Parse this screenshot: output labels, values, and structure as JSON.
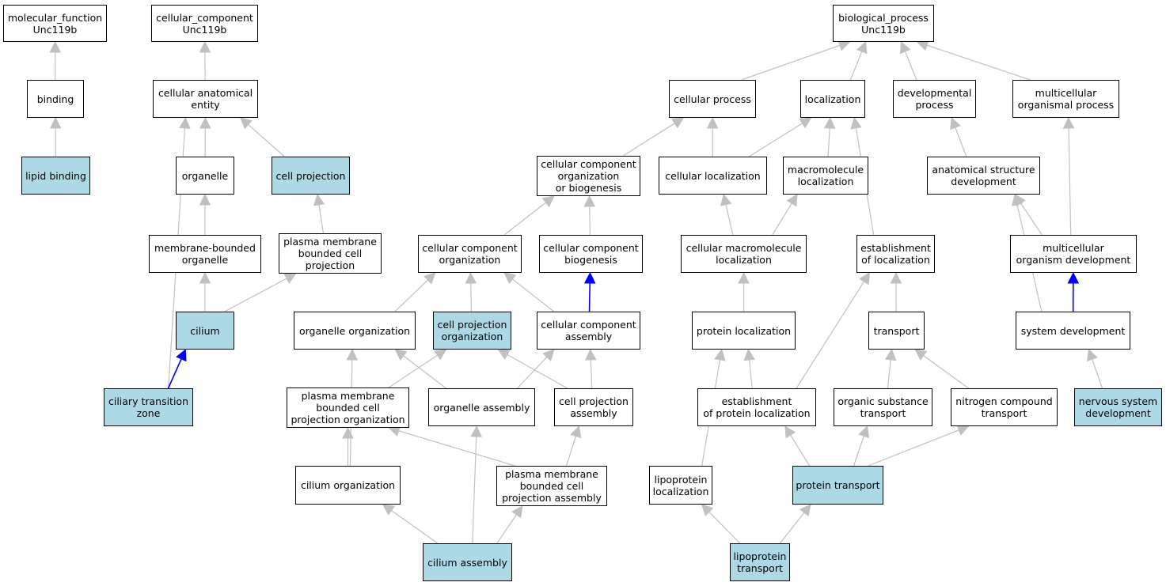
{
  "colors": {
    "highlight": "#add8e6",
    "edge": "#c0c0c0",
    "edge_strong": "#0000ff",
    "border": "#000000"
  },
  "nodes": {
    "mf": "molecular_function\nUnc119b",
    "cc": "cellular_component\nUnc119b",
    "bp": "biological_process\nUnc119b",
    "binding": "binding",
    "lipid_binding": "lipid binding",
    "cae": "cellular anatomical\nentity",
    "organelle": "organelle",
    "cell_projection": "cell projection",
    "mbo": "membrane-bounded\norganelle",
    "pmbcp": "plasma membrane\nbounded cell\nprojection",
    "cilium": "cilium",
    "ctz": "ciliary transition\nzone",
    "cellular_process": "cellular process",
    "localization": "localization",
    "dev_process": "developmental\nprocess",
    "mop": "multicellular\norganismal process",
    "ccob": "cellular component\norganization\nor biogenesis",
    "cell_loc": "cellular localization",
    "macro_loc": "macromolecule\nlocalization",
    "asd": "anatomical structure\ndevelopment",
    "cco": "cellular component\norganization",
    "ccb": "cellular component\nbiogenesis",
    "cml": "cellular macromolecule\nlocalization",
    "est_loc": "establishment\nof localization",
    "mod": "multicellular\norganism development",
    "org_org": "organelle organization",
    "cpo": "cell projection\norganization",
    "cca": "cellular component\nassembly",
    "prot_loc": "protein localization",
    "transport": "transport",
    "sys_dev": "system development",
    "pmbcpo": "plasma membrane\nbounded cell\nprojection organization",
    "org_asm": "organelle assembly",
    "cpa": "cell projection\nassembly",
    "est_prot_loc": "establishment\nof protein localization",
    "ost": "organic substance\ntransport",
    "nct": "nitrogen compound\ntransport",
    "nsd": "nervous system\ndevelopment",
    "cilium_org": "cilium organization",
    "pmbcpa": "plasma membrane\nbounded cell\nprojection assembly",
    "lipo_loc": "lipoprotein\nlocalization",
    "prot_transport": "protein transport",
    "cilium_asm": "cilium assembly",
    "lipo_transport": "lipoprotein\ntransport"
  },
  "highlighted": [
    "lipid_binding",
    "cell_projection",
    "cilium",
    "ctz",
    "cpo",
    "nsd",
    "prot_transport",
    "cilium_asm",
    "lipo_transport"
  ],
  "edges": [
    [
      "binding",
      "mf"
    ],
    [
      "lipid_binding",
      "binding"
    ],
    [
      "cae",
      "cc"
    ],
    [
      "organelle",
      "cae"
    ],
    [
      "cell_projection",
      "cae"
    ],
    [
      "ctz",
      "cae"
    ],
    [
      "mbo",
      "organelle"
    ],
    [
      "pmbcp",
      "cell_projection"
    ],
    [
      "cilium",
      "mbo"
    ],
    [
      "cilium",
      "pmbcp"
    ],
    [
      "ctz",
      "cilium",
      "strong"
    ],
    [
      "cellular_process",
      "bp"
    ],
    [
      "localization",
      "bp"
    ],
    [
      "dev_process",
      "bp"
    ],
    [
      "mop",
      "bp"
    ],
    [
      "ccob",
      "cellular_process"
    ],
    [
      "cell_loc",
      "cellular_process"
    ],
    [
      "cell_loc",
      "localization"
    ],
    [
      "macro_loc",
      "localization"
    ],
    [
      "est_loc",
      "localization"
    ],
    [
      "asd",
      "dev_process"
    ],
    [
      "mod",
      "asd"
    ],
    [
      "mod",
      "mop"
    ],
    [
      "sys_dev",
      "asd"
    ],
    [
      "sys_dev",
      "mod",
      "strong"
    ],
    [
      "nsd",
      "sys_dev"
    ],
    [
      "cco",
      "ccob"
    ],
    [
      "ccb",
      "ccob"
    ],
    [
      "cml",
      "cell_loc"
    ],
    [
      "cml",
      "macro_loc"
    ],
    [
      "org_org",
      "cco"
    ],
    [
      "cpo",
      "cco"
    ],
    [
      "cca",
      "cco"
    ],
    [
      "cca",
      "ccb",
      "strong"
    ],
    [
      "prot_loc",
      "cml"
    ],
    [
      "transport",
      "est_loc"
    ],
    [
      "est_prot_loc",
      "est_loc"
    ],
    [
      "est_prot_loc",
      "prot_loc"
    ],
    [
      "pmbcpo",
      "cpo"
    ],
    [
      "org_asm",
      "org_org"
    ],
    [
      "org_asm",
      "cca"
    ],
    [
      "cpa",
      "cpo"
    ],
    [
      "cpa",
      "cca"
    ],
    [
      "cilium_org",
      "org_org"
    ],
    [
      "cilium_org",
      "pmbcpo"
    ],
    [
      "pmbcpa",
      "pmbcpo"
    ],
    [
      "pmbcpa",
      "cpa"
    ],
    [
      "cilium_asm",
      "cilium_org"
    ],
    [
      "cilium_asm",
      "org_asm"
    ],
    [
      "cilium_asm",
      "pmbcpa"
    ],
    [
      "ost",
      "transport"
    ],
    [
      "nct",
      "transport"
    ],
    [
      "prot_transport",
      "est_prot_loc"
    ],
    [
      "prot_transport",
      "ost"
    ],
    [
      "prot_transport",
      "nct"
    ],
    [
      "lipo_loc",
      "prot_loc"
    ],
    [
      "lipo_transport",
      "lipo_loc"
    ],
    [
      "lipo_transport",
      "prot_transport"
    ]
  ]
}
